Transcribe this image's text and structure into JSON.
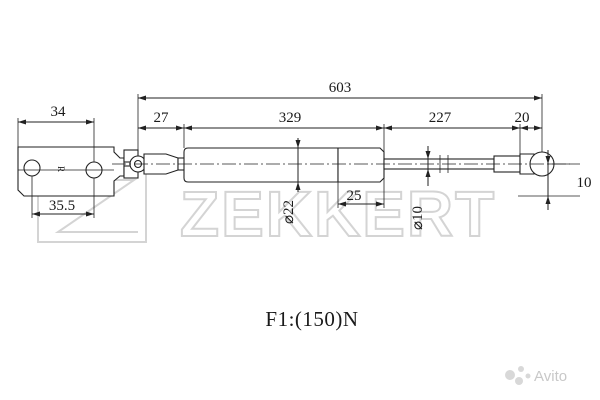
{
  "watermark": {
    "brand": "ZEKKERT"
  },
  "drawing": {
    "dimensions": {
      "total_length": "603",
      "bracket_width": "34",
      "bracket_hole_spacing": "35.5",
      "hinge_offset": "27",
      "cylinder_length": "329",
      "rod_length": "227",
      "end_fitting_length": "20",
      "end_fitting_height": "10",
      "cylinder_step": "25",
      "cylinder_diameter": "22",
      "rod_diameter": "10",
      "bracket_mark": "R"
    },
    "force_label": "F1:(150)N"
  },
  "corner_watermark": {
    "text": "Avito"
  }
}
